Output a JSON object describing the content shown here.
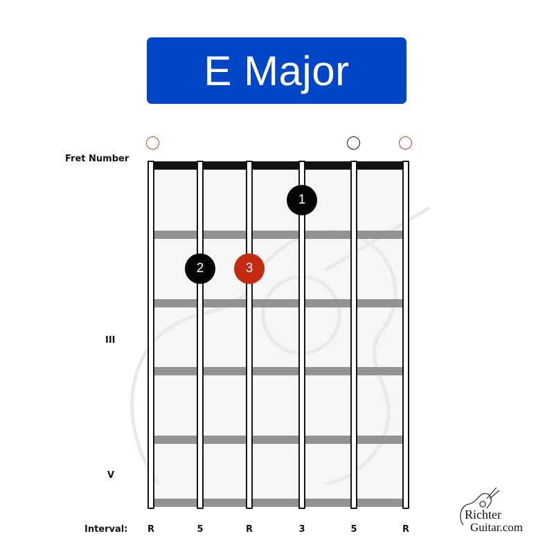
{
  "title": "E Major",
  "labels": {
    "fret_number": "Fret Number",
    "interval": "Interval:",
    "fret_markers": [
      "III",
      "V"
    ]
  },
  "open_strings": [
    {
      "string": 6,
      "type": "root-open",
      "color": "#d03a1c"
    },
    {
      "string": 2,
      "type": "open",
      "color": "#111111"
    },
    {
      "string": 1,
      "type": "root-open",
      "color": "#d03a1c"
    }
  ],
  "fingers": [
    {
      "finger": "1",
      "string": 3,
      "fret": 1,
      "color": "#050505"
    },
    {
      "finger": "2",
      "string": 5,
      "fret": 2,
      "color": "#050505"
    },
    {
      "finger": "3",
      "string": 4,
      "fret": 2,
      "color": "#c42a0f",
      "is_root": true
    }
  ],
  "intervals": [
    "R",
    "5",
    "R",
    "3",
    "5",
    "R"
  ],
  "logo": {
    "line1": "Richter",
    "line2": "Guitar.com"
  },
  "colors": {
    "title_bg": "#0046c7",
    "root": "#c42a0f",
    "fret": "#939393",
    "nut": "#111111"
  }
}
